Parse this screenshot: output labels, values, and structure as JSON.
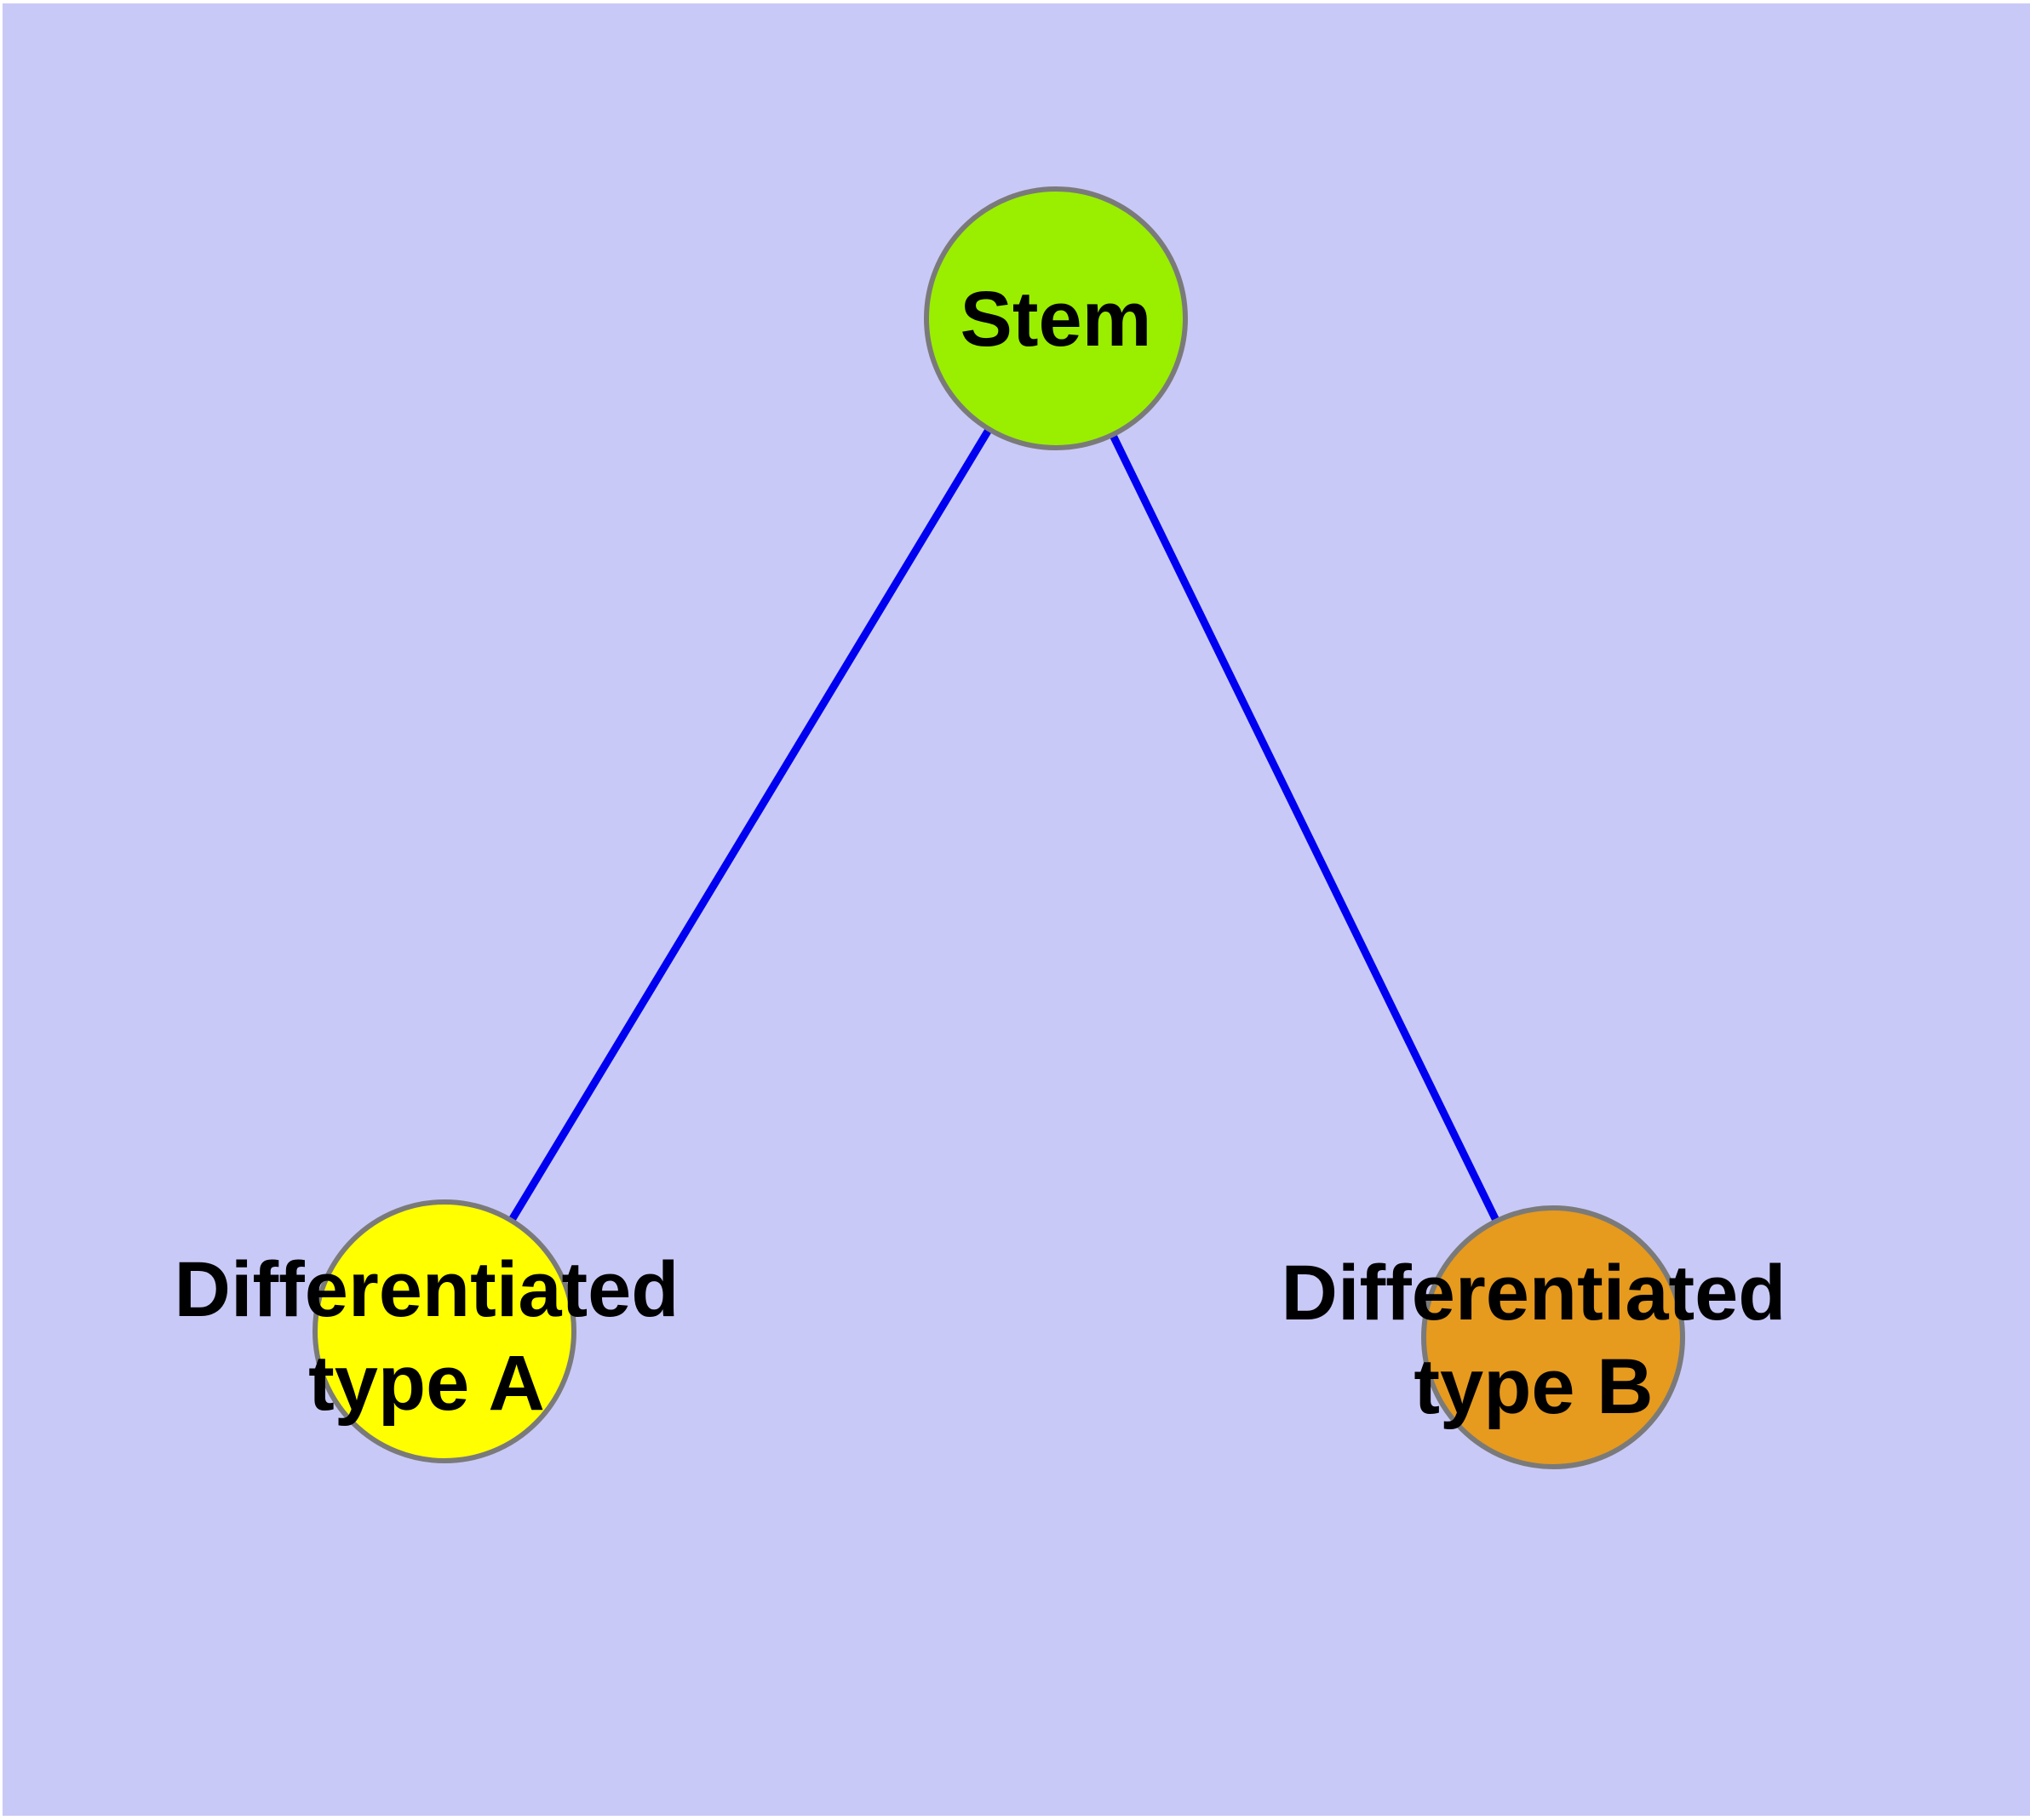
{
  "canvas": {
    "background_color": "#C9C9F7",
    "text_color": "#000000"
  },
  "nodes": {
    "stem": {
      "label": "Stem",
      "fill_color": "#9AEE00",
      "border_color": "#7A7A7A"
    },
    "type_a": {
      "label_lines": [
        "Differentiated",
        "type A"
      ],
      "fill_color": "#FFFF00",
      "border_color": "#7A7A7A"
    },
    "type_b": {
      "label_lines": [
        "Differentiated",
        "type B"
      ],
      "fill_color": "#E69A1E",
      "border_color": "#7A7A7A"
    }
  },
  "edges": {
    "color": "#0000F0",
    "list": [
      {
        "from": "Stem",
        "to": "Differentiated type A"
      },
      {
        "from": "Stem",
        "to": "Differentiated type B"
      }
    ]
  }
}
